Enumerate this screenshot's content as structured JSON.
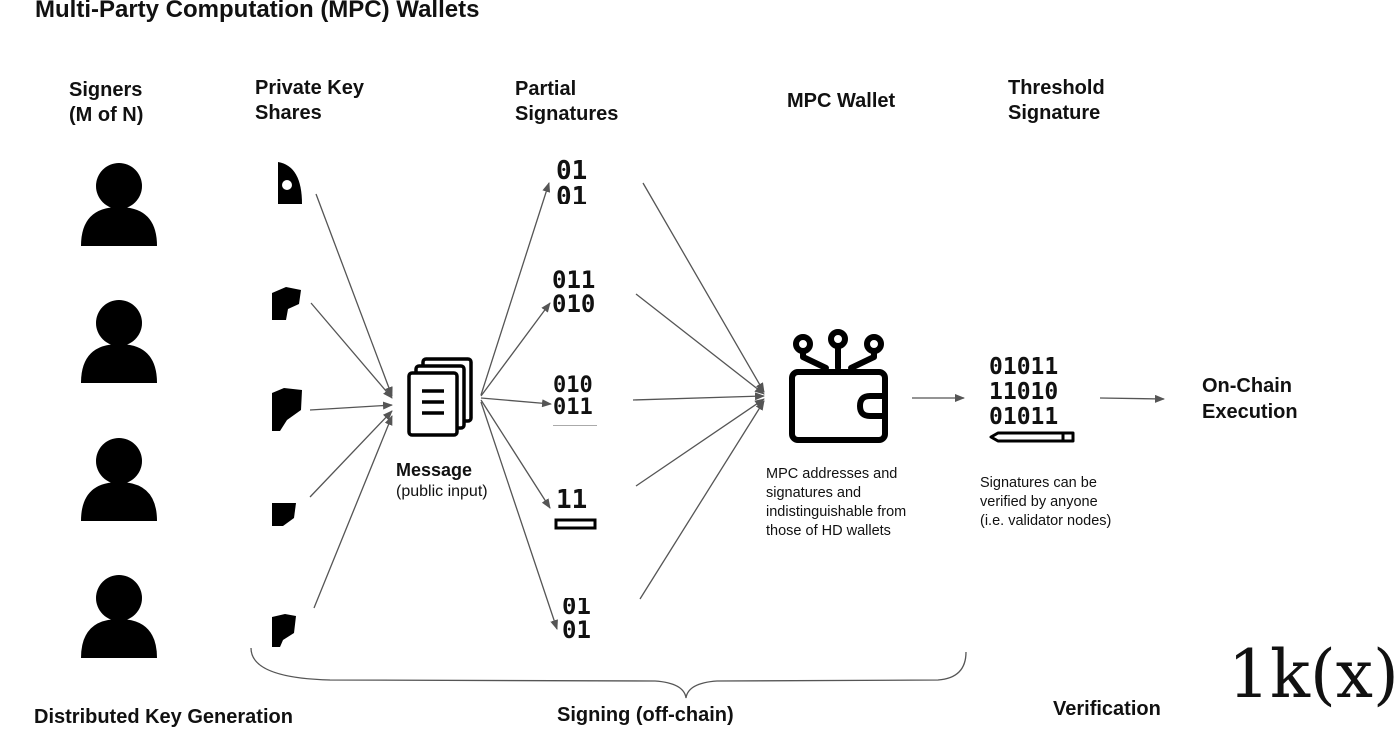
{
  "title": "Multi-Party Computation (MPC) Wallets",
  "columns": {
    "signers": [
      "Signers",
      "(M of N)"
    ],
    "key_shares": [
      "Private Key",
      "Shares"
    ],
    "partial_signatures": [
      "Partial",
      "Signatures"
    ],
    "mpc_wallet": "MPC Wallet",
    "threshold_signature": [
      "Threshold",
      "Signature"
    ]
  },
  "message": {
    "label": "Message",
    "sublabel": "(public input)"
  },
  "wallet_note": [
    "MPC addresses and",
    "signatures and",
    "indistinguishable from",
    "those of HD wallets"
  ],
  "threshold_bits": [
    "01011",
    "11010",
    "01011"
  ],
  "verify_note": [
    "Signatures can be",
    "verified by anyone",
    "(i.e. validator nodes)"
  ],
  "execution": [
    "On-Chain",
    "Execution"
  ],
  "footer": {
    "dkg": "Distributed Key Generation",
    "signing": "Signing (off-chain)",
    "verification": "Verification"
  },
  "logo": "1k(x)",
  "partial_sig_fragments": [
    [
      "01",
      "01"
    ],
    [
      "011",
      "010"
    ],
    [
      "010",
      "011"
    ],
    [
      "11",
      ""
    ],
    [
      "01",
      "01"
    ]
  ],
  "icons": {
    "signer": "person-icon",
    "share": "key-share-icon",
    "message": "document-stack-icon",
    "wallet": "wallet-icon",
    "signature": "signature-pen-icon"
  }
}
